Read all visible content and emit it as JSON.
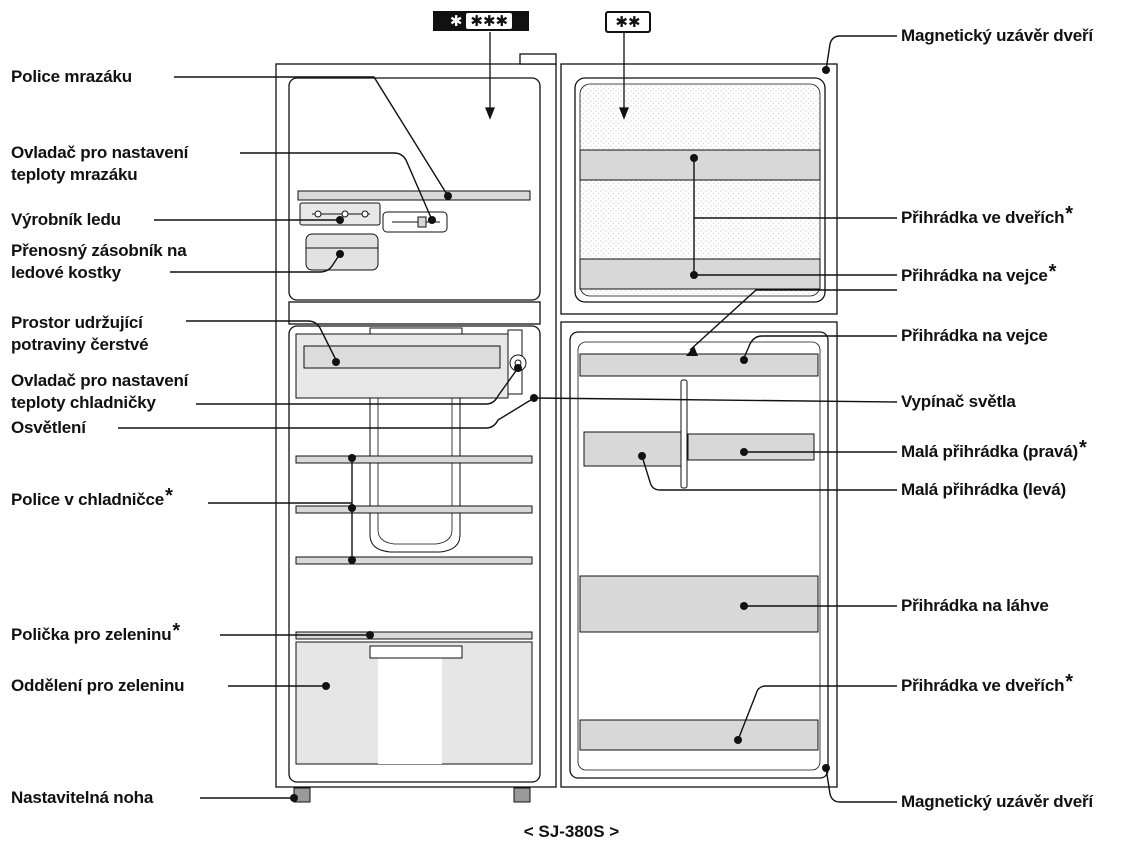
{
  "left_labels": [
    {
      "id": "police-mrazaku",
      "lines": [
        "Police mrazáku"
      ],
      "star": false
    },
    {
      "id": "ovladac-mrazak",
      "lines": [
        "Ovladač pro nastavení",
        "teploty mrazáku"
      ],
      "star": false
    },
    {
      "id": "vyrobnik-ledu",
      "lines": [
        "Výrobník ledu"
      ],
      "star": false
    },
    {
      "id": "zasobnik-led",
      "lines": [
        "Přenosný zásobník na",
        "ledové kostky"
      ],
      "star": false
    },
    {
      "id": "prostor-cerstve",
      "lines": [
        "Prostor udržující",
        "potraviny čerstvé"
      ],
      "star": false
    },
    {
      "id": "ovladac-chladnicka",
      "lines": [
        "Ovladač pro nastavení",
        "teploty chladničky"
      ],
      "star": false
    },
    {
      "id": "osvetleni",
      "lines": [
        "Osvětlení"
      ],
      "star": false
    },
    {
      "id": "police-chladnicce",
      "lines": [
        "Police v chladničce"
      ],
      "star": true
    },
    {
      "id": "policka-zelenina",
      "lines": [
        "Polička pro zeleninu"
      ],
      "star": true
    },
    {
      "id": "oddeleni-zelenina",
      "lines": [
        "Oddělení pro zeleninu"
      ],
      "star": false
    },
    {
      "id": "nastavitelna-noha",
      "lines": [
        "Nastavitelná noha"
      ],
      "star": false
    }
  ],
  "right_labels": [
    {
      "id": "magneticky-horni",
      "lines": [
        "Magnetický uzávěr dveří"
      ],
      "star": false
    },
    {
      "id": "prihradka-dverich-horni",
      "lines": [
        "Přihrádka ve dveřích"
      ],
      "star": true
    },
    {
      "id": "prihradka-vejce-horni",
      "lines": [
        "Přihrádka na vejce"
      ],
      "star": true
    },
    {
      "id": "prihradka-vejce",
      "lines": [
        "Přihrádka na vejce"
      ],
      "star": false
    },
    {
      "id": "vypinac-svetla",
      "lines": [
        "Vypínač světla"
      ],
      "star": false
    },
    {
      "id": "mala-prava",
      "lines": [
        "Malá přihrádka (pravá)"
      ],
      "star": true
    },
    {
      "id": "mala-leva",
      "lines": [
        "Malá přihrádka (levá)"
      ],
      "star": false
    },
    {
      "id": "prihradka-lahve",
      "lines": [
        "Přihrádka na láhve"
      ],
      "star": false
    },
    {
      "id": "prihradka-dverich-dolni",
      "lines": [
        "Přihrádka ve dveřích"
      ],
      "star": true
    },
    {
      "id": "magneticky-dolni",
      "lines": [
        "Magnetický uzávěr dveří"
      ],
      "star": false
    }
  ],
  "badges": {
    "freezer_left": "✱",
    "freezer_right": "✱✱✱",
    "door": "✱✱"
  },
  "model": "< SJ-380S >",
  "colors": {
    "line": "#111111",
    "shelf": "#d8d8d8",
    "panel": "#efefef",
    "dots": "#bdbdbd"
  }
}
